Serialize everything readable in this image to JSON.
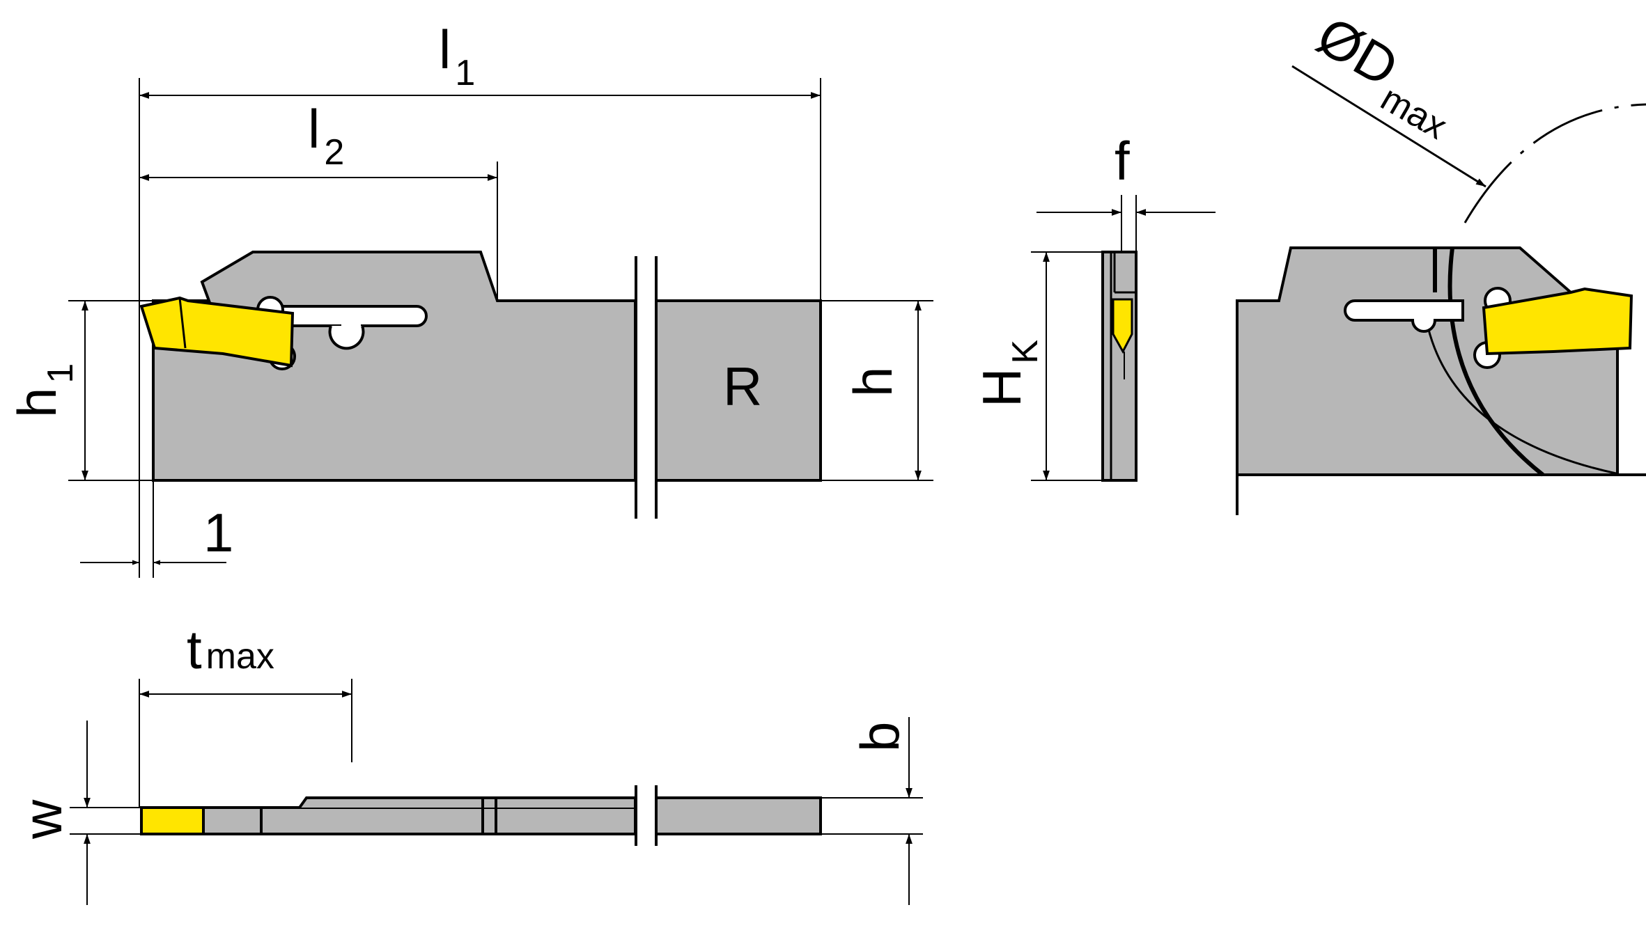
{
  "colors": {
    "body": "#B7B7B7",
    "insert": "#FFE500",
    "line": "#000000",
    "background": "#FFFFFF"
  },
  "labels": {
    "l1": {
      "main": "l",
      "sub": "1"
    },
    "l2": {
      "main": "l",
      "sub": "2"
    },
    "h1": {
      "main": "h",
      "sub": "1"
    },
    "h": "h",
    "hand": "R",
    "offset": "1",
    "tmax": {
      "main": "t",
      "sub": "max"
    },
    "w": "w",
    "b": "b",
    "f": "f",
    "hk": {
      "main": "H",
      "sub": "K"
    },
    "dmax": {
      "main": "ØD",
      "sub": "max"
    }
  }
}
